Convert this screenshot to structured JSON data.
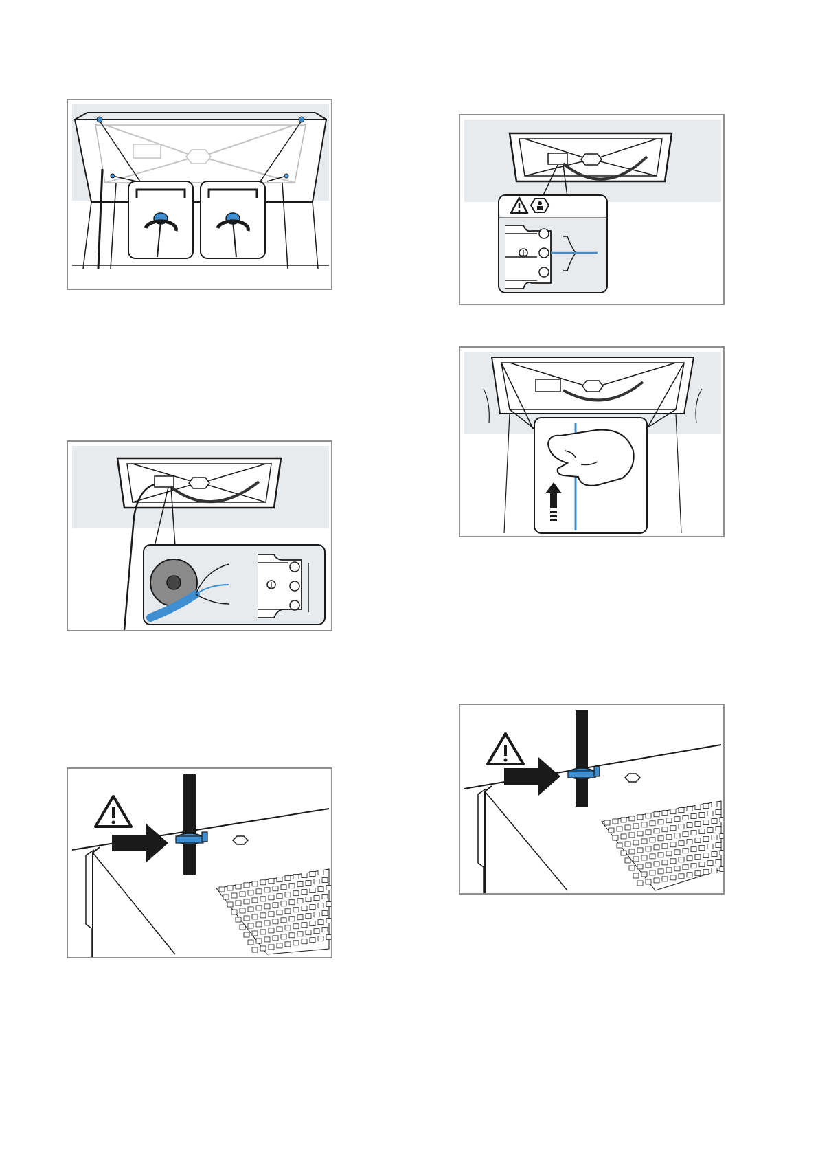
{
  "document": {
    "type": "installation instructions illustration page",
    "illustration_count": 6
  },
  "colors": {
    "accent_blue": "#3d8fd1",
    "frame_border": "#8f8f8f",
    "ceiling_band": "#e8ebee",
    "line": "#1a1a1a",
    "cable": "#222222"
  },
  "illustrations": [
    {
      "id": "p1",
      "subject": "hood-screws-unscrew",
      "icons": [
        "screw-icon",
        "rotate-arrow-icon"
      ]
    },
    {
      "id": "p2",
      "subject": "terminal-block-wiring",
      "icons": [
        "warning-icon",
        "electrician-icon",
        "ground-symbol-icon"
      ]
    },
    {
      "id": "p3",
      "subject": "insert-screw-by-hand",
      "icons": [
        "hand-icon",
        "up-arrow-icon"
      ]
    },
    {
      "id": "p4",
      "subject": "cable-to-terminal-block",
      "icons": [
        "cable-coil-icon",
        "ground-symbol-icon"
      ]
    },
    {
      "id": "p5",
      "subject": "cable-clamp-warning",
      "icons": [
        "warning-icon",
        "right-arrow-icon"
      ]
    },
    {
      "id": "p6",
      "subject": "cable-clamp-warning",
      "icons": [
        "warning-icon",
        "right-arrow-icon"
      ]
    }
  ]
}
